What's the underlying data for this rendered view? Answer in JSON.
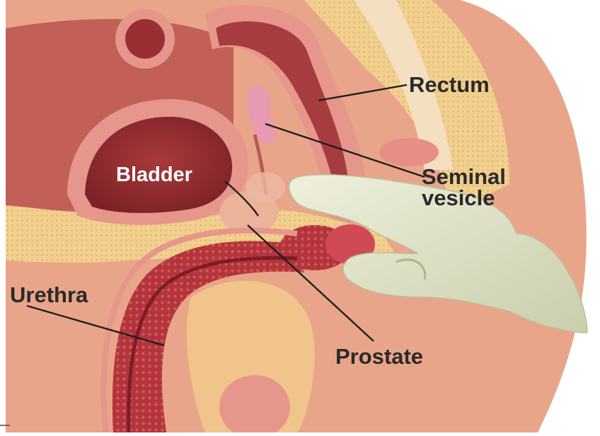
{
  "labels": {
    "rectum": "Rectum",
    "seminal_line1": "Seminal",
    "seminal_line2": "vesicle",
    "bladder": "Bladder",
    "urethra": "Urethra",
    "prostate": "Prostate"
  },
  "colors": {
    "background_skin": "#e9a58a",
    "body_deep": "#c25f57",
    "organ_wall": "#e6968a",
    "fat": "#f1d08e",
    "bone": "#f4dfc1",
    "glove": "#e2e5cb",
    "urethra_tissue": "#b3353b"
  }
}
